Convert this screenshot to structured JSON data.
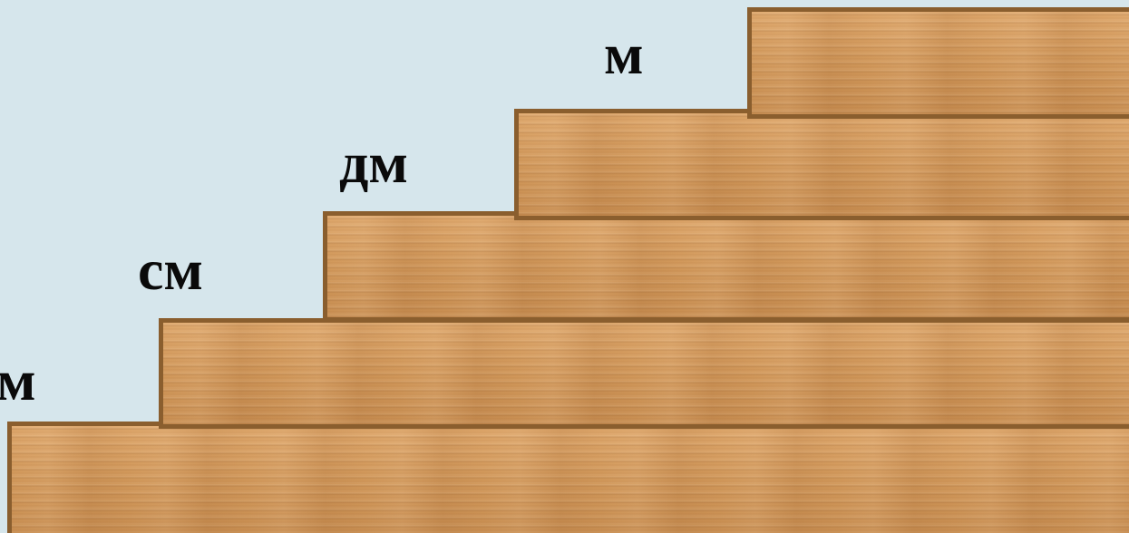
{
  "steps": {
    "labels": {
      "m": "м",
      "dm": "дм",
      "cm": "см",
      "mm_partial": "м"
    }
  },
  "colors": {
    "background": "#d6e6ec",
    "plank_border": "#8a5e2e",
    "plank_wood": "#d29a5e",
    "label_text": "#0a0a0a"
  }
}
